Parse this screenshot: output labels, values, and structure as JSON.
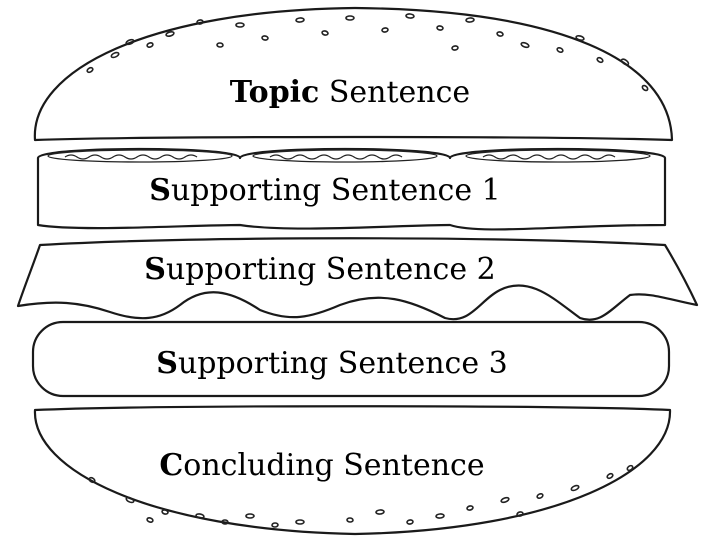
{
  "diagram": {
    "layers": [
      {
        "id": "topic",
        "lead": "Topic",
        "rest": " Sentence",
        "lead_style": "bold-word"
      },
      {
        "id": "support-1",
        "lead": "S",
        "rest": "upporting Sentence 1",
        "lead_style": "bold-letter"
      },
      {
        "id": "support-2",
        "lead": "S",
        "rest": "upporting Sentence 2",
        "lead_style": "bold-letter"
      },
      {
        "id": "support-3",
        "lead": "S",
        "rest": "upporting Sentence 3",
        "lead_style": "bold-letter"
      },
      {
        "id": "concluding",
        "lead": "C",
        "rest": "oncluding Sentence",
        "lead_style": "bold-letter"
      }
    ],
    "line_color": "#1a1a1a",
    "fill_color": "#ffffff"
  }
}
